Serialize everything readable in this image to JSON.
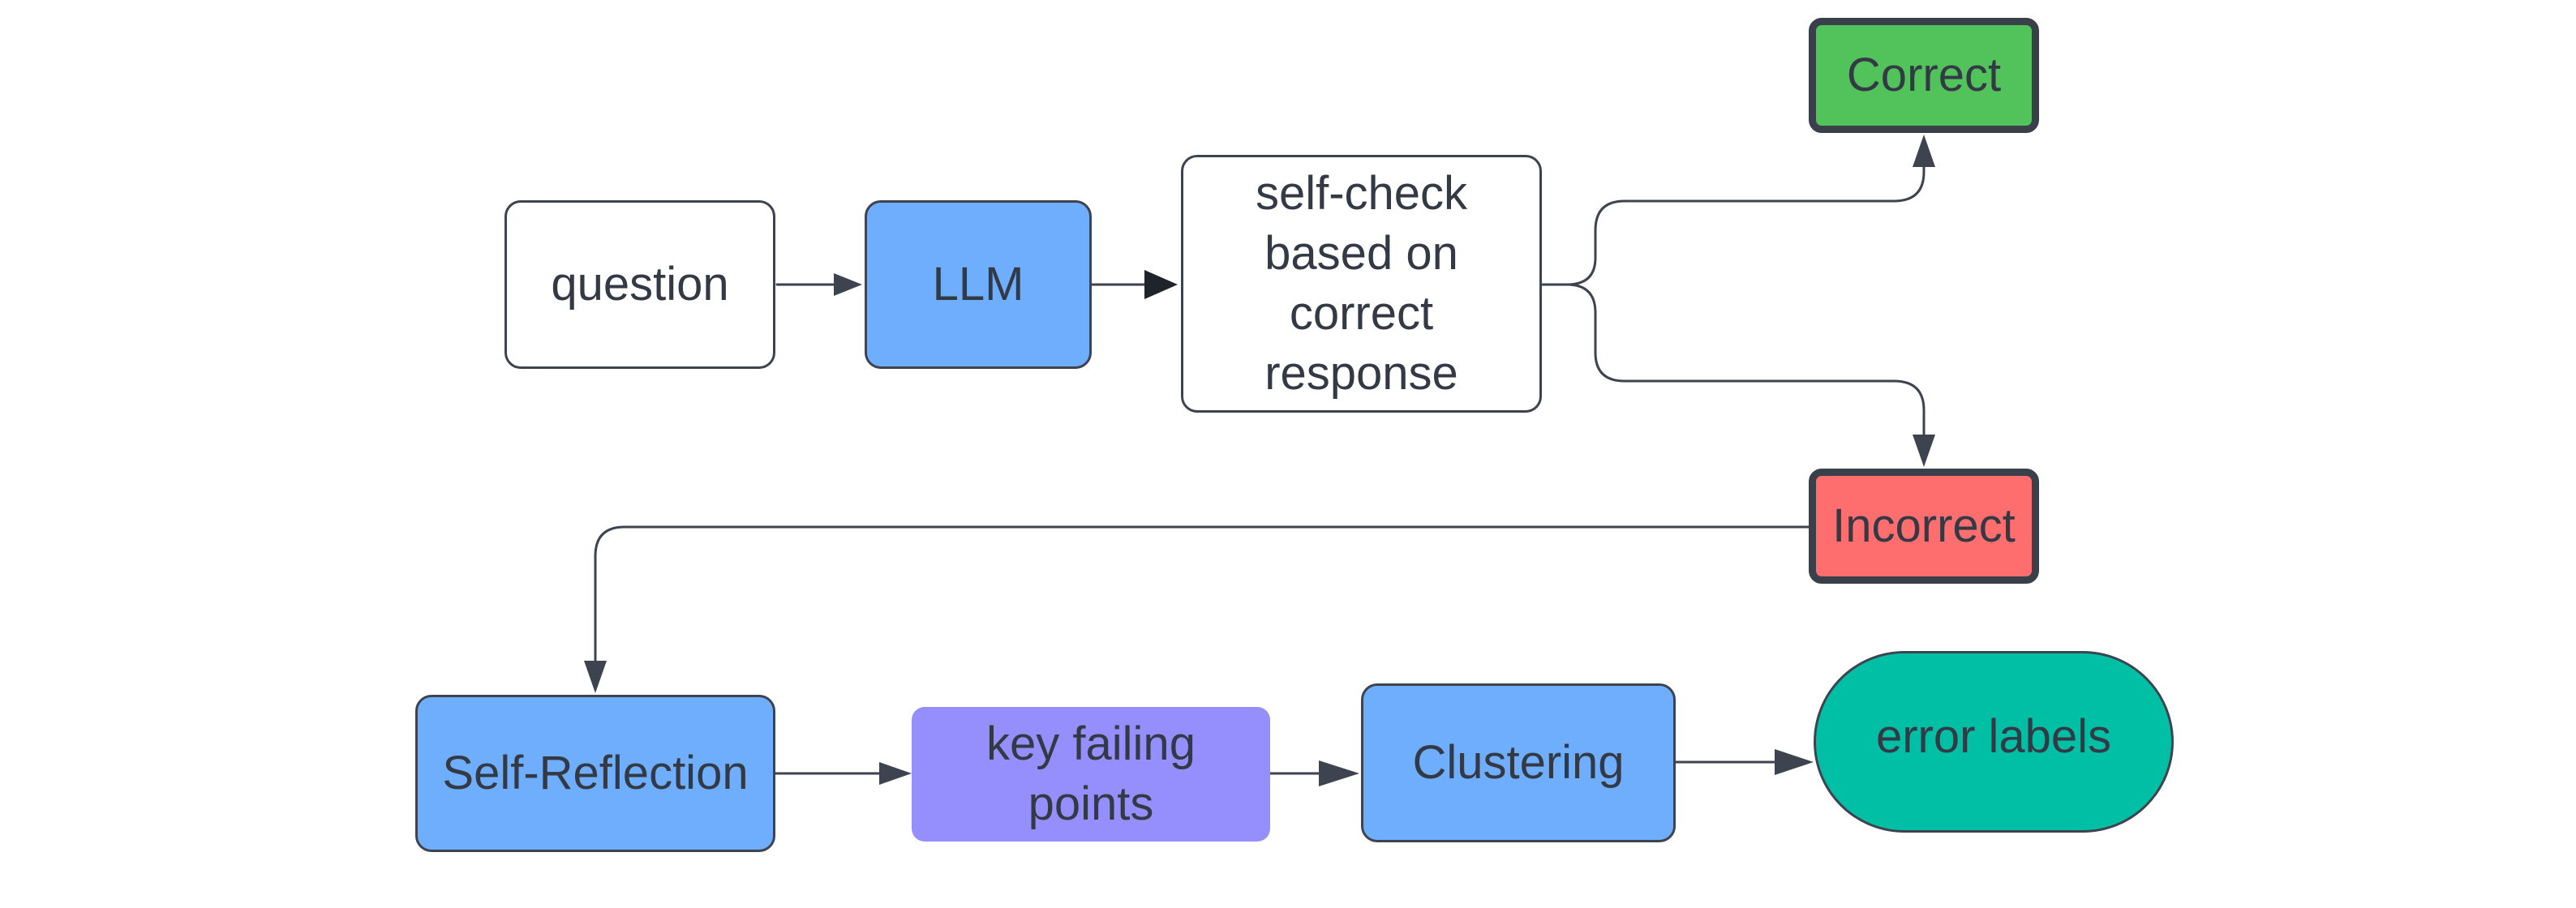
{
  "colors": {
    "white": "#ffffff",
    "blue": "#6eaefc",
    "green": "#52c25a",
    "red": "#fe6e6e",
    "purple": "#958ffe",
    "teal": "#00bfa5",
    "stroke": "#3d4450",
    "text": "#333a45"
  },
  "nodes": {
    "question": {
      "label": "question"
    },
    "llm": {
      "label": "LLM"
    },
    "self_check": {
      "label": "self-check\nbased on\ncorrect\nresponse"
    },
    "correct": {
      "label": "Correct"
    },
    "incorrect": {
      "label": "Incorrect"
    },
    "self_reflection": {
      "label": "Self-Reflection"
    },
    "key_failing_points": {
      "label": "key failing\npoints"
    },
    "clustering": {
      "label": "Clustering"
    },
    "error_labels": {
      "label": "error labels"
    }
  },
  "edges": [
    {
      "from": "question",
      "to": "llm"
    },
    {
      "from": "llm",
      "to": "self_check"
    },
    {
      "from": "self_check",
      "to": "correct"
    },
    {
      "from": "self_check",
      "to": "incorrect"
    },
    {
      "from": "incorrect",
      "to": "self_reflection"
    },
    {
      "from": "self_reflection",
      "to": "key_failing_points"
    },
    {
      "from": "key_failing_points",
      "to": "clustering"
    },
    {
      "from": "clustering",
      "to": "error_labels"
    }
  ]
}
